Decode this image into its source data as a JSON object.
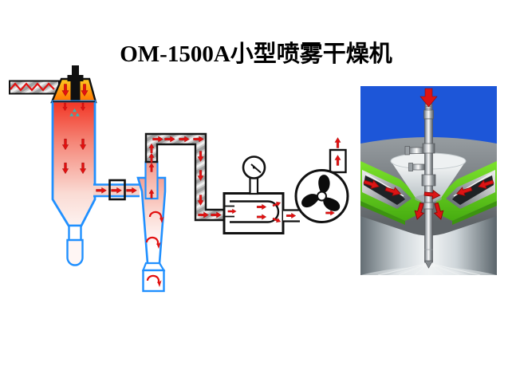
{
  "title": {
    "text": "OM-1500A小型喷雾干燥机"
  },
  "theme": {
    "red": "#e21010",
    "blue_outline": "#2090ff",
    "pink_duct": "#f8d3ca",
    "tower_red": "#f23524",
    "cone_orange": "#ff8400",
    "metal_gray": "#cacaca",
    "cyan_spray": "#2fb9b9",
    "photo_sky": "#1d56d8",
    "photo_green": "#55c416",
    "photo_dome": "#7e8488",
    "ink": "#111111"
  },
  "schematic": {
    "flow_arrow_color": "#e21010",
    "components": [
      "heater-inlet-duct",
      "atomizer-nozzle",
      "hot-air-cone",
      "drying-tower",
      "product-collector",
      "tower-cyclone-duct",
      "valve-connector",
      "cyclone-separator",
      "cyclone-collector",
      "exhaust-pipe",
      "filter-chamber",
      "pressure-gauge",
      "blower-fan",
      "exhaust-outlet"
    ]
  },
  "photo": {
    "components": [
      "sky-background",
      "chamber-dome",
      "hot-air-collar",
      "air-channels",
      "distributor-funnel",
      "atomizer-rod",
      "pipe-fittings",
      "airflow-arrows",
      "spray-lines"
    ]
  }
}
